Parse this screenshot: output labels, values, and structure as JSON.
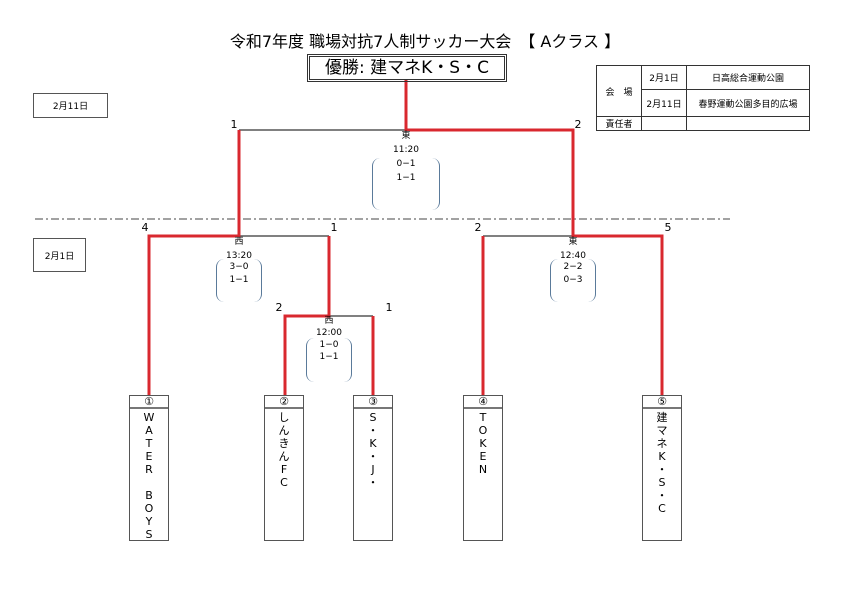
{
  "title": "令和7年度  職場対抗7人制サッカー大会　【 Aクラス 】",
  "winner": "優勝:  建マネK・S・C",
  "dates": {
    "day2": "2月11日",
    "day1": "2月1日"
  },
  "venue_table": {
    "label": "会　場",
    "rows": [
      {
        "date": "2月1日",
        "place": "日高総合運動公園"
      },
      {
        "date": "2月11日",
        "place": "春野運動公園多目的広場"
      }
    ],
    "responsible_label": "責任者",
    "responsible_date": "",
    "responsible_name": ""
  },
  "matches": {
    "final": {
      "left_seed": "1",
      "right_seed": "2",
      "field": "東",
      "time": "11:20",
      "score1": "0−1",
      "score2": "1−1"
    },
    "semi_left": {
      "left_seed": "4",
      "right_seed": "1",
      "field": "西",
      "time": "13:20",
      "score1": "3−0",
      "score2": "1−1"
    },
    "quarter": {
      "left_seed": "2",
      "right_seed": "1",
      "field": "西",
      "time": "12:00",
      "score1": "1−0",
      "score2": "1−1"
    },
    "semi_right": {
      "left_seed": "2",
      "right_seed": "5",
      "field": "東",
      "time": "12:40",
      "score1": "2−2",
      "score2": "0−3"
    }
  },
  "teams": [
    {
      "num": "①",
      "name": "W\nA\nT\nE\nR\n\nB\nO\nY\nS"
    },
    {
      "num": "②",
      "name": "し\nん\nき\nん\nF\nC"
    },
    {
      "num": "③",
      "name": "S\n・\nK\n・\nJ\n・"
    },
    {
      "num": "④",
      "name": "T\nO\nK\nE\nN"
    },
    {
      "num": "⑤",
      "name": "建\nマ\nネ\nK\n・\nS\n・\nC"
    }
  ],
  "colors": {
    "win_line": "#d9282f",
    "line": "#000000"
  }
}
